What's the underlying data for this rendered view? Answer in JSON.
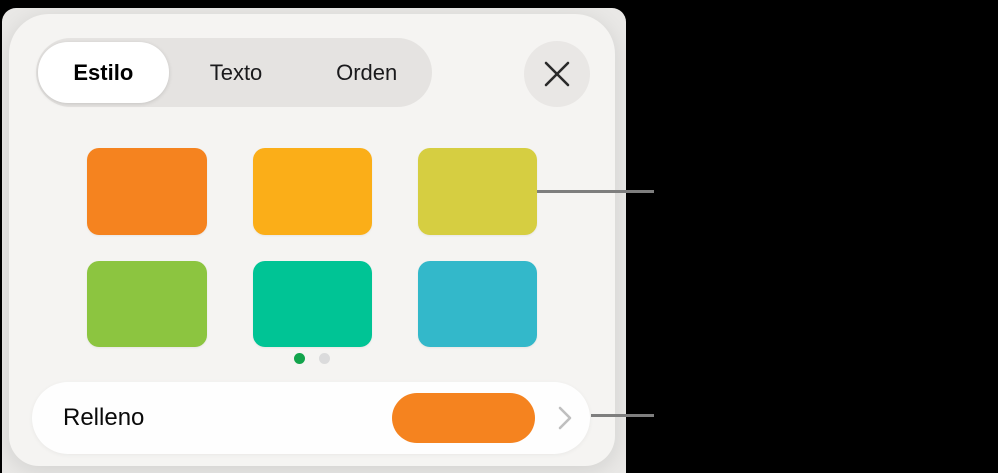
{
  "tab_bar": {
    "items": [
      {
        "label": "Estilo",
        "selected": true
      },
      {
        "label": "Texto",
        "selected": false
      },
      {
        "label": "Orden",
        "selected": false
      }
    ]
  },
  "close_button": {
    "icon": "close-icon"
  },
  "style_swatches": {
    "colors": [
      "#F5831F",
      "#FBAE18",
      "#D6CE41",
      "#8CC540",
      "#00C495",
      "#33B8CA"
    ],
    "page_dots": {
      "count": 2,
      "active_index": 0,
      "active_color": "#12A44C",
      "inactive_color": "#DBDBDC"
    }
  },
  "fill_row": {
    "label": "Relleno",
    "swatch_color": "#F5831F",
    "icon": "chevron-right-icon"
  },
  "callouts": {
    "line_color": "#7E7E7E"
  }
}
